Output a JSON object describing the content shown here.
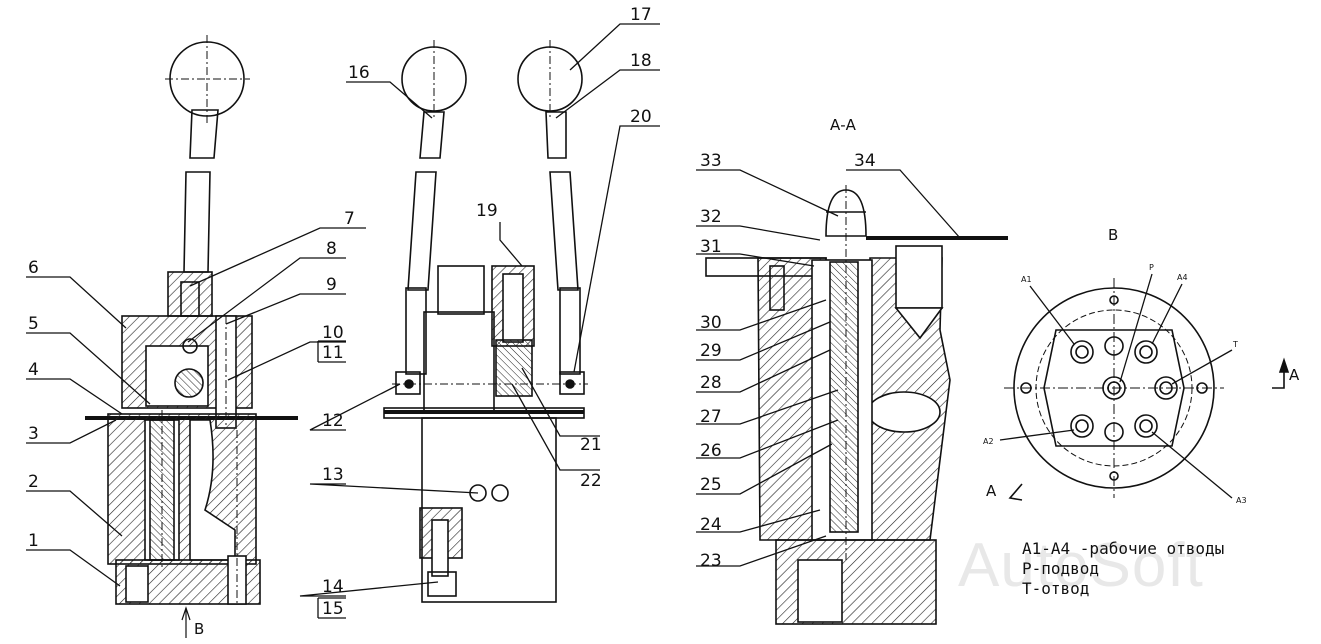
{
  "callouts": {
    "c1": "1",
    "c2": "2",
    "c3": "3",
    "c4": "4",
    "c5": "5",
    "c6": "6",
    "c7": "7",
    "c8": "8",
    "c9": "9",
    "c10": "10",
    "c11": "11",
    "c12": "12",
    "c13": "13",
    "c14": "14",
    "c15": "15",
    "c16": "16",
    "c17": "17",
    "c18": "18",
    "c19": "19",
    "c20": "20",
    "c21": "21",
    "c22": "22",
    "c23": "23",
    "c24": "24",
    "c25": "25",
    "c26": "26",
    "c27": "27",
    "c28": "28",
    "c29": "29",
    "c30": "30",
    "c31": "31",
    "c32": "32",
    "c33": "33",
    "c34": "34"
  },
  "views": {
    "section_title": "А-А",
    "view_b_title": "В",
    "view_b_arrow_label": "В",
    "section_mark_right": "А",
    "section_mark_left": "А"
  },
  "ports": {
    "a1": "А1",
    "a2": "А2",
    "a3": "А3",
    "a4": "А4",
    "p": "Р",
    "t": "Т"
  },
  "legend": {
    "line1": "А1-А4 -рабочие отводы",
    "line2": "Р-подвод",
    "line3": "Т-отвод"
  },
  "watermark": "AutoSoft"
}
